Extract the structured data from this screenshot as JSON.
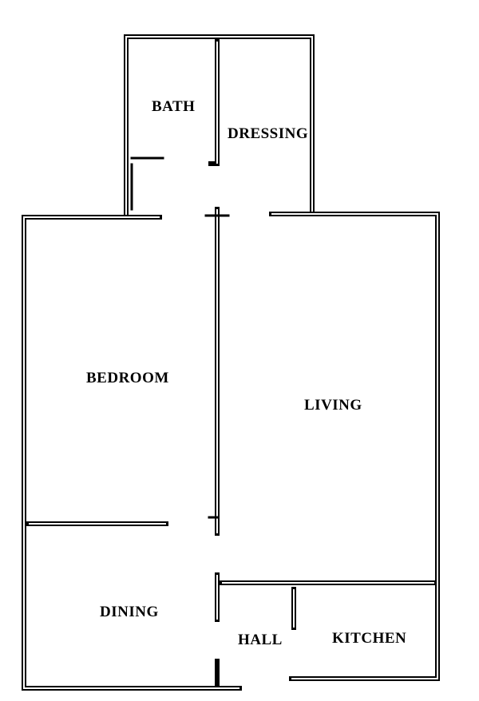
{
  "rooms": {
    "bath": "BATH",
    "dressing": "DRESSING",
    "bedroom": "BEDROOM",
    "living": "LIVING",
    "dining": "DINING",
    "hall": "HALL",
    "kitchen": "KITCHEN"
  }
}
